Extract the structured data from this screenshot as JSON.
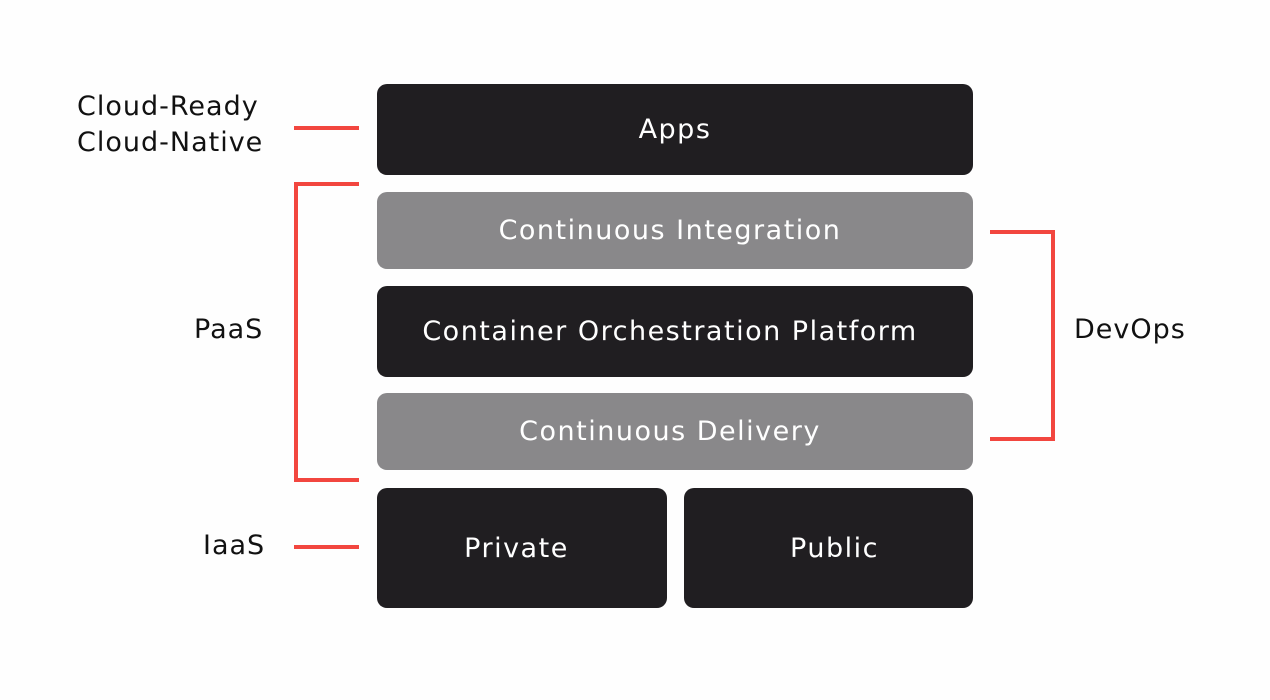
{
  "diagram": {
    "blocks": {
      "apps": "Apps",
      "continuous_integration": "Continuous Integration",
      "container_orchestration": "Container Orchestration Platform",
      "continuous_delivery": "Continuous Delivery",
      "private": "Private",
      "public": "Public"
    },
    "labels": {
      "cloud_ready": "Cloud-Ready",
      "cloud_native": "Cloud-Native",
      "paas": "PaaS",
      "iaas": "IaaS",
      "devops": "DevOps"
    },
    "colors": {
      "dark_block": "#201e21",
      "grey_block": "#89888a",
      "connector": "#f2463f",
      "block_text": "#ffffff",
      "label_text": "#111111",
      "background": "#fefefe"
    }
  }
}
